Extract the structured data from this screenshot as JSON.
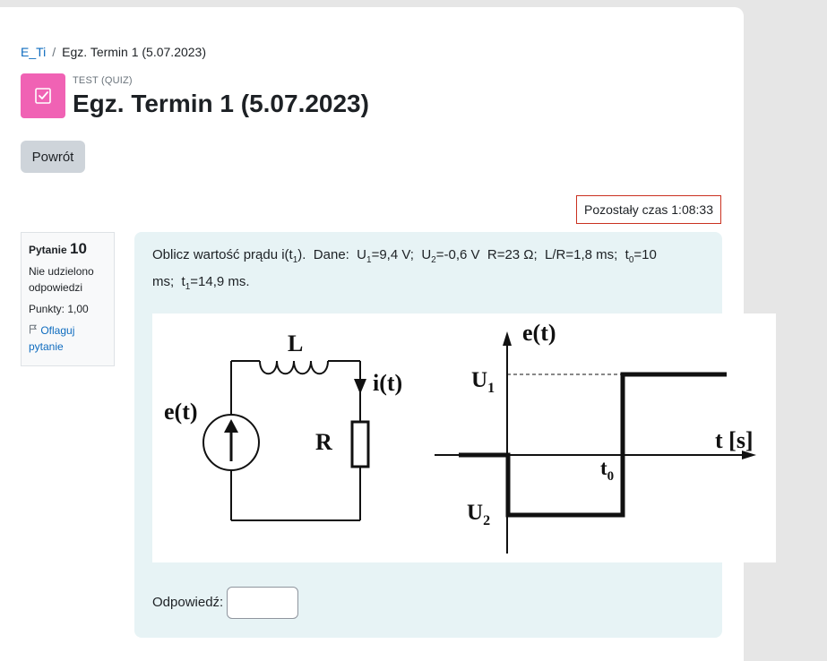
{
  "breadcrumb": {
    "course": "E_Ti",
    "separator": "/",
    "current": "Egz. Termin 1 (5.07.2023)"
  },
  "activity": {
    "type": "TEST (QUIZ)",
    "title": "Egz. Termin 1 (5.07.2023)",
    "icon": "quiz-checkbox-icon",
    "accent_color": "#f062b4"
  },
  "back_button": {
    "label": "Powrót"
  },
  "timer": {
    "label": "Pozostały czas",
    "value": "1:08:33"
  },
  "question_info": {
    "label": "Pytanie",
    "number": "10",
    "state": "Nie udzielono odpowiedzi",
    "grade": "Punkty: 1,00",
    "flag_label": "Oflaguj pytanie"
  },
  "question": {
    "text_lead": "Oblicz wartość prądu i(t",
    "text_lead_sub": "1",
    "text_lead_end": ").",
    "given_label": "Dane:",
    "u1": "U",
    "u1_sub": "1",
    "u1_val": "=9,4 V;",
    "u2": "U",
    "u2_sub": "2",
    "u2_val": "=-0,6 V",
    "r": "R=23 Ω;",
    "lr": "L/R=1,8 ms;",
    "t0": "t",
    "t0_sub": "0",
    "t0_val": "=10 ms;",
    "t1": "t",
    "t1_sub": "1",
    "t1_val": "=14,9 ms."
  },
  "figure": {
    "inductor_label": "L",
    "current_label": "i(t)",
    "source_label": "e(t)",
    "resistor_label": "R",
    "graph_y_label": "e(t)",
    "graph_x_label": "t [s]",
    "u1_label": "U",
    "u1_sub": "1",
    "u2_label": "U",
    "u2_sub": "2",
    "t0_label": "t",
    "t0_sub": "0"
  },
  "answer": {
    "label": "Odpowiedź:",
    "value": "",
    "placeholder": ""
  }
}
